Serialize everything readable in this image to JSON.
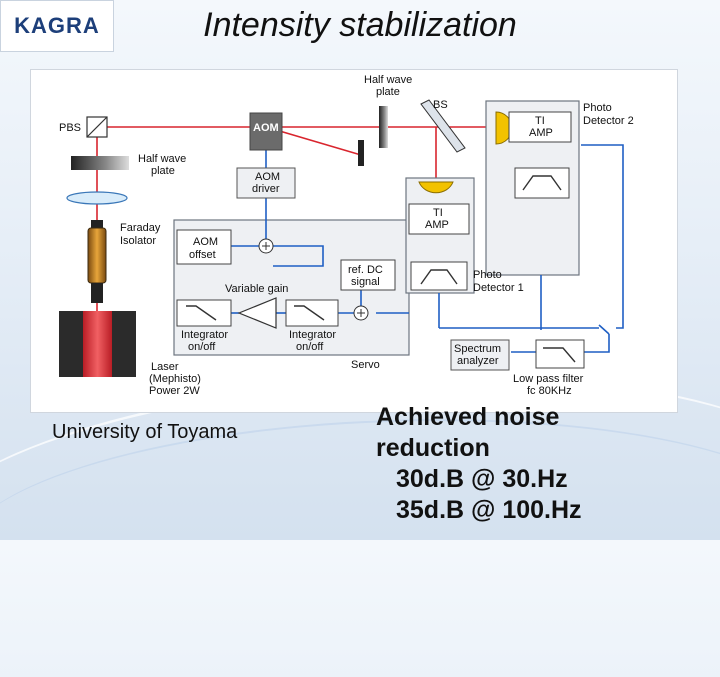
{
  "logo": {
    "text": "KAGRA"
  },
  "title": "Intensity stabilization",
  "diagram": {
    "labels": {
      "pbs": "PBS",
      "half_wave_left_1": "Half wave",
      "half_wave_left_2": "plate",
      "half_wave_top_1": "Half wave",
      "half_wave_top_2": "plate",
      "bs": "BS",
      "aom": "AOM",
      "aom_driver_1": "AOM",
      "aom_driver_2": "driver",
      "faraday_1": "Faraday",
      "faraday_2": "Isolator",
      "aom_offset_1": "AOM",
      "aom_offset_2": "offset",
      "variable_gain": "Variable gain",
      "ref_dc_1": "ref. DC",
      "ref_dc_2": "signal",
      "integrator_1a": "Integrator",
      "integrator_1b": "on/off",
      "integrator_2a": "Integrator",
      "integrator_2b": "on/off",
      "servo": "Servo",
      "laser_1": "Laser",
      "laser_2": "(Mephisto)",
      "laser_3": "Power 2W",
      "ti_amp_right_1": "TI",
      "ti_amp_right_2": "AMP",
      "ti_amp_mid_1": "TI",
      "ti_amp_mid_2": "AMP",
      "pd2_1": "Photo",
      "pd2_2": "Detector 2",
      "pd1_1": "Photo",
      "pd1_2": "Detector 1",
      "spectrum_1": "Spectrum",
      "spectrum_2": "analyzer",
      "lpf_1": "Low pass filter",
      "lpf_2": "fc 80KHz"
    },
    "colors": {
      "laser_beam": "#d9252e",
      "signal_wire": "#1f5fc4",
      "aom_box": "#6b6b6b",
      "laser_body": "#e0403f",
      "photodiode": "#f2c200"
    }
  },
  "university": "University of Toyama",
  "results": {
    "line1": "Achieved noise",
    "line2": "reduction",
    "line3": "30d.B @ 30.Hz",
    "line4": "35d.B @ 100.Hz"
  }
}
